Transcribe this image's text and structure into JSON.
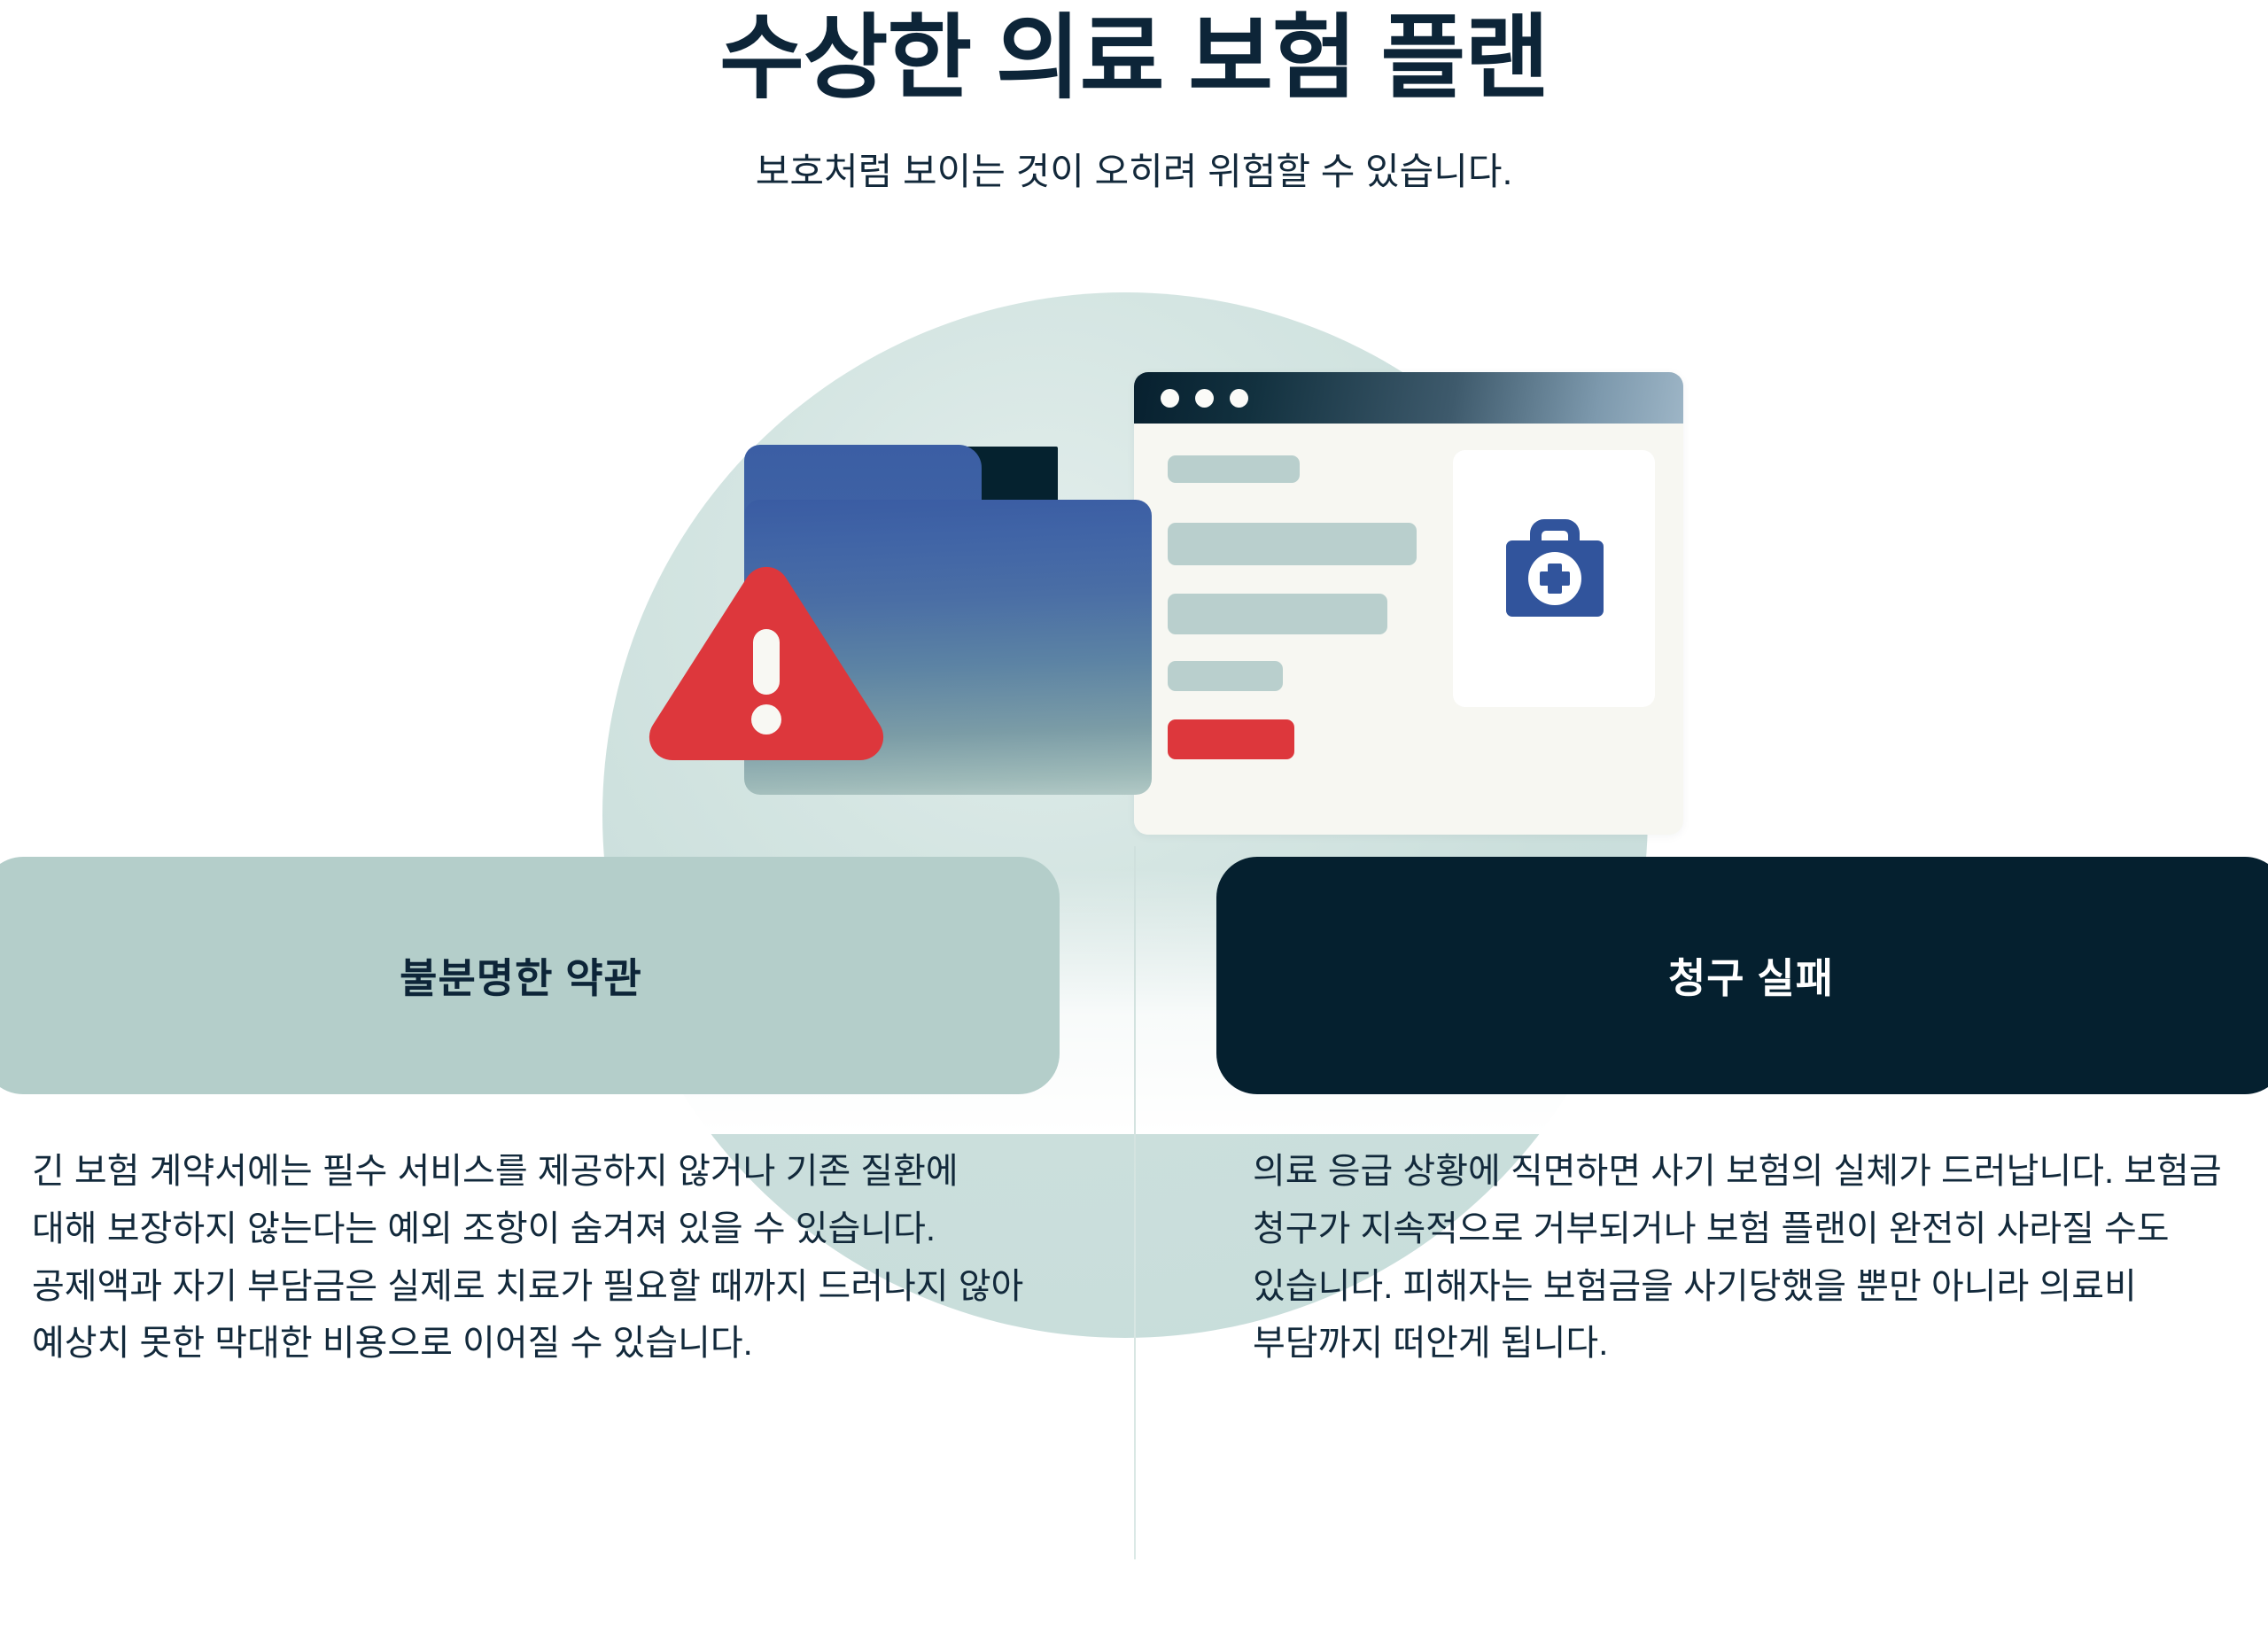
{
  "header": {
    "title": "수상한 의료 보험 플랜",
    "subtitle": "보호처럼 보이는 것이 오히려 위험할 수 있습니다."
  },
  "illustration": {
    "backdrop_circle_color": "#d4e5e2",
    "browser_window": {
      "titlebar_gradient_from": "#07202f",
      "titlebar_gradient_to": "#9db5c6",
      "dot_count": 3,
      "dot_color": "#fbfbf8",
      "body_color": "#f7f7f2",
      "content_bar_color": "#b9cfcd",
      "alert_bar_color": "#dd373c"
    },
    "medical_kit": {
      "case_color": "#31549c",
      "cross_color": "#ffffff",
      "card_color": "#ffffff"
    },
    "folder": {
      "front_gradient_from": "#3a5ca3",
      "front_gradient_to": "#b2c9c6",
      "tab_color": "#3b5ea4",
      "wedge_color": "#05222f"
    },
    "warning": {
      "triangle_color": "#dd373c",
      "mark_color": "#f8f8f3"
    }
  },
  "cards": [
    {
      "title": "불분명한 약관",
      "background": "#b4ceca",
      "text_color": "#0d2538",
      "body": "긴 보험 계약서에는 필수 서비스를 제공하지 않거나 기존 질환에 대해 보장하지 않는다는 예외 조항이 숨겨져 있을 수 있습니다. 공제액과 자기 부담금은 실제로 치료가 필요할 때까지 드러나지 않아 예상치 못한 막대한 비용으로 이어질 수 있습니다."
    },
    {
      "title": "청구 실패",
      "background": "#05202f",
      "text_color": "#ffffff",
      "body": "의료 응급 상황에 직면하면 사기 보험의 실체가 드러납니다. 보험금 청구가 지속적으로 거부되거나 보험 플랜이 완전히 사라질 수도 있습니다. 피해자는 보험금을 사기당했을 뿐만 아니라 의료비 부담까지 떠안게 됩니다."
    }
  ],
  "colors": {
    "page_background": "#ffffff",
    "heading": "#0d2538",
    "body_text": "#12293b",
    "accent_red": "#dd373c",
    "accent_blue": "#31549c",
    "accent_teal": "#b4ceca",
    "accent_navy": "#05202f",
    "divider": "#d4e3e0"
  }
}
